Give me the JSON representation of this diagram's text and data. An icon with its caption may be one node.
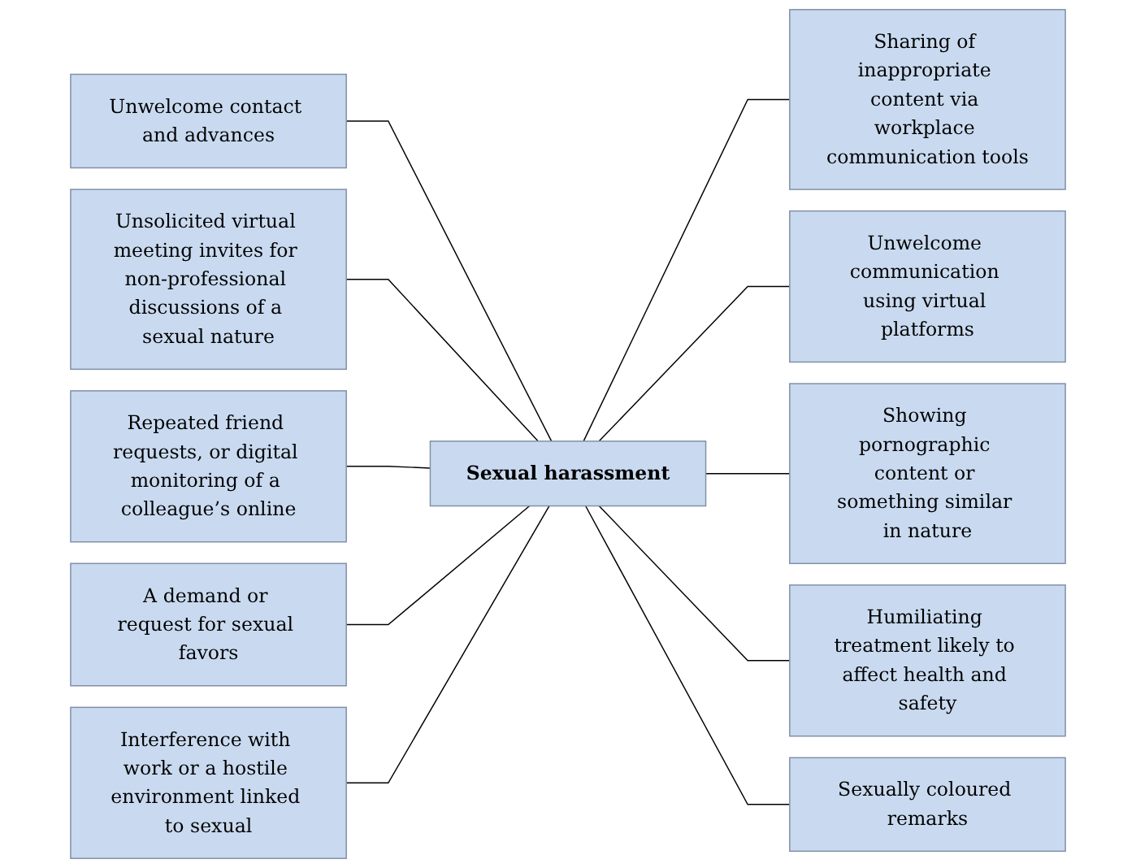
{
  "diagram": {
    "nodes": [
      {
        "text": [
          "Unwelcome contact and advances"
        ]
      },
      {
        "text": [
          "Unsolicited virtual meeting invites for non-professional discussions of a sexual nature"
        ]
      },
      {
        "text": [
          "Sharing of inappropriate content via workplace communication tools"
        ]
      },
      {
        "text": [
          "Repeated friend requests, or digital monitoring of a colleague’s online"
        ]
      },
      {
        "text": [
          "Unwelcome communication using virtual platforms"
        ]
      },
      {
        "text": [
          "Sexual harassment"
        ]
      },
      {
        "text": [
          "A demand or request for sexual favors"
        ]
      },
      {
        "text": [
          "Showing pornographic content or something similar in nature"
        ]
      },
      {
        "text": [
          "Interference with work or a hostile environment linked to sexual"
        ]
      },
      {
        "text": [
          "Humiliating treatment likely to affect health and safety"
        ]
      },
      {
        "text": [
          "Sexually coloured remarks"
        ]
      }
    ],
    "edges": [
      {
        "from": 0,
        "to": 5,
        "arrow": "none"
      },
      {
        "from": 1,
        "to": 5,
        "arrow": "none"
      },
      {
        "from": 5,
        "to": 2,
        "arrow": "none"
      },
      {
        "from": 3,
        "to": 5,
        "arrow": "none"
      },
      {
        "from": 5,
        "to": 4,
        "arrow": "none"
      },
      {
        "from": 6,
        "to": 5,
        "arrow": "none"
      },
      {
        "from": 5,
        "to": 7,
        "arrow": "none"
      },
      {
        "from": 8,
        "to": 5,
        "arrow": "none"
      },
      {
        "from": 5,
        "to": 9,
        "arrow": "none"
      },
      {
        "from": 5,
        "to": 10,
        "arrow": "none"
      }
    ]
  }
}
